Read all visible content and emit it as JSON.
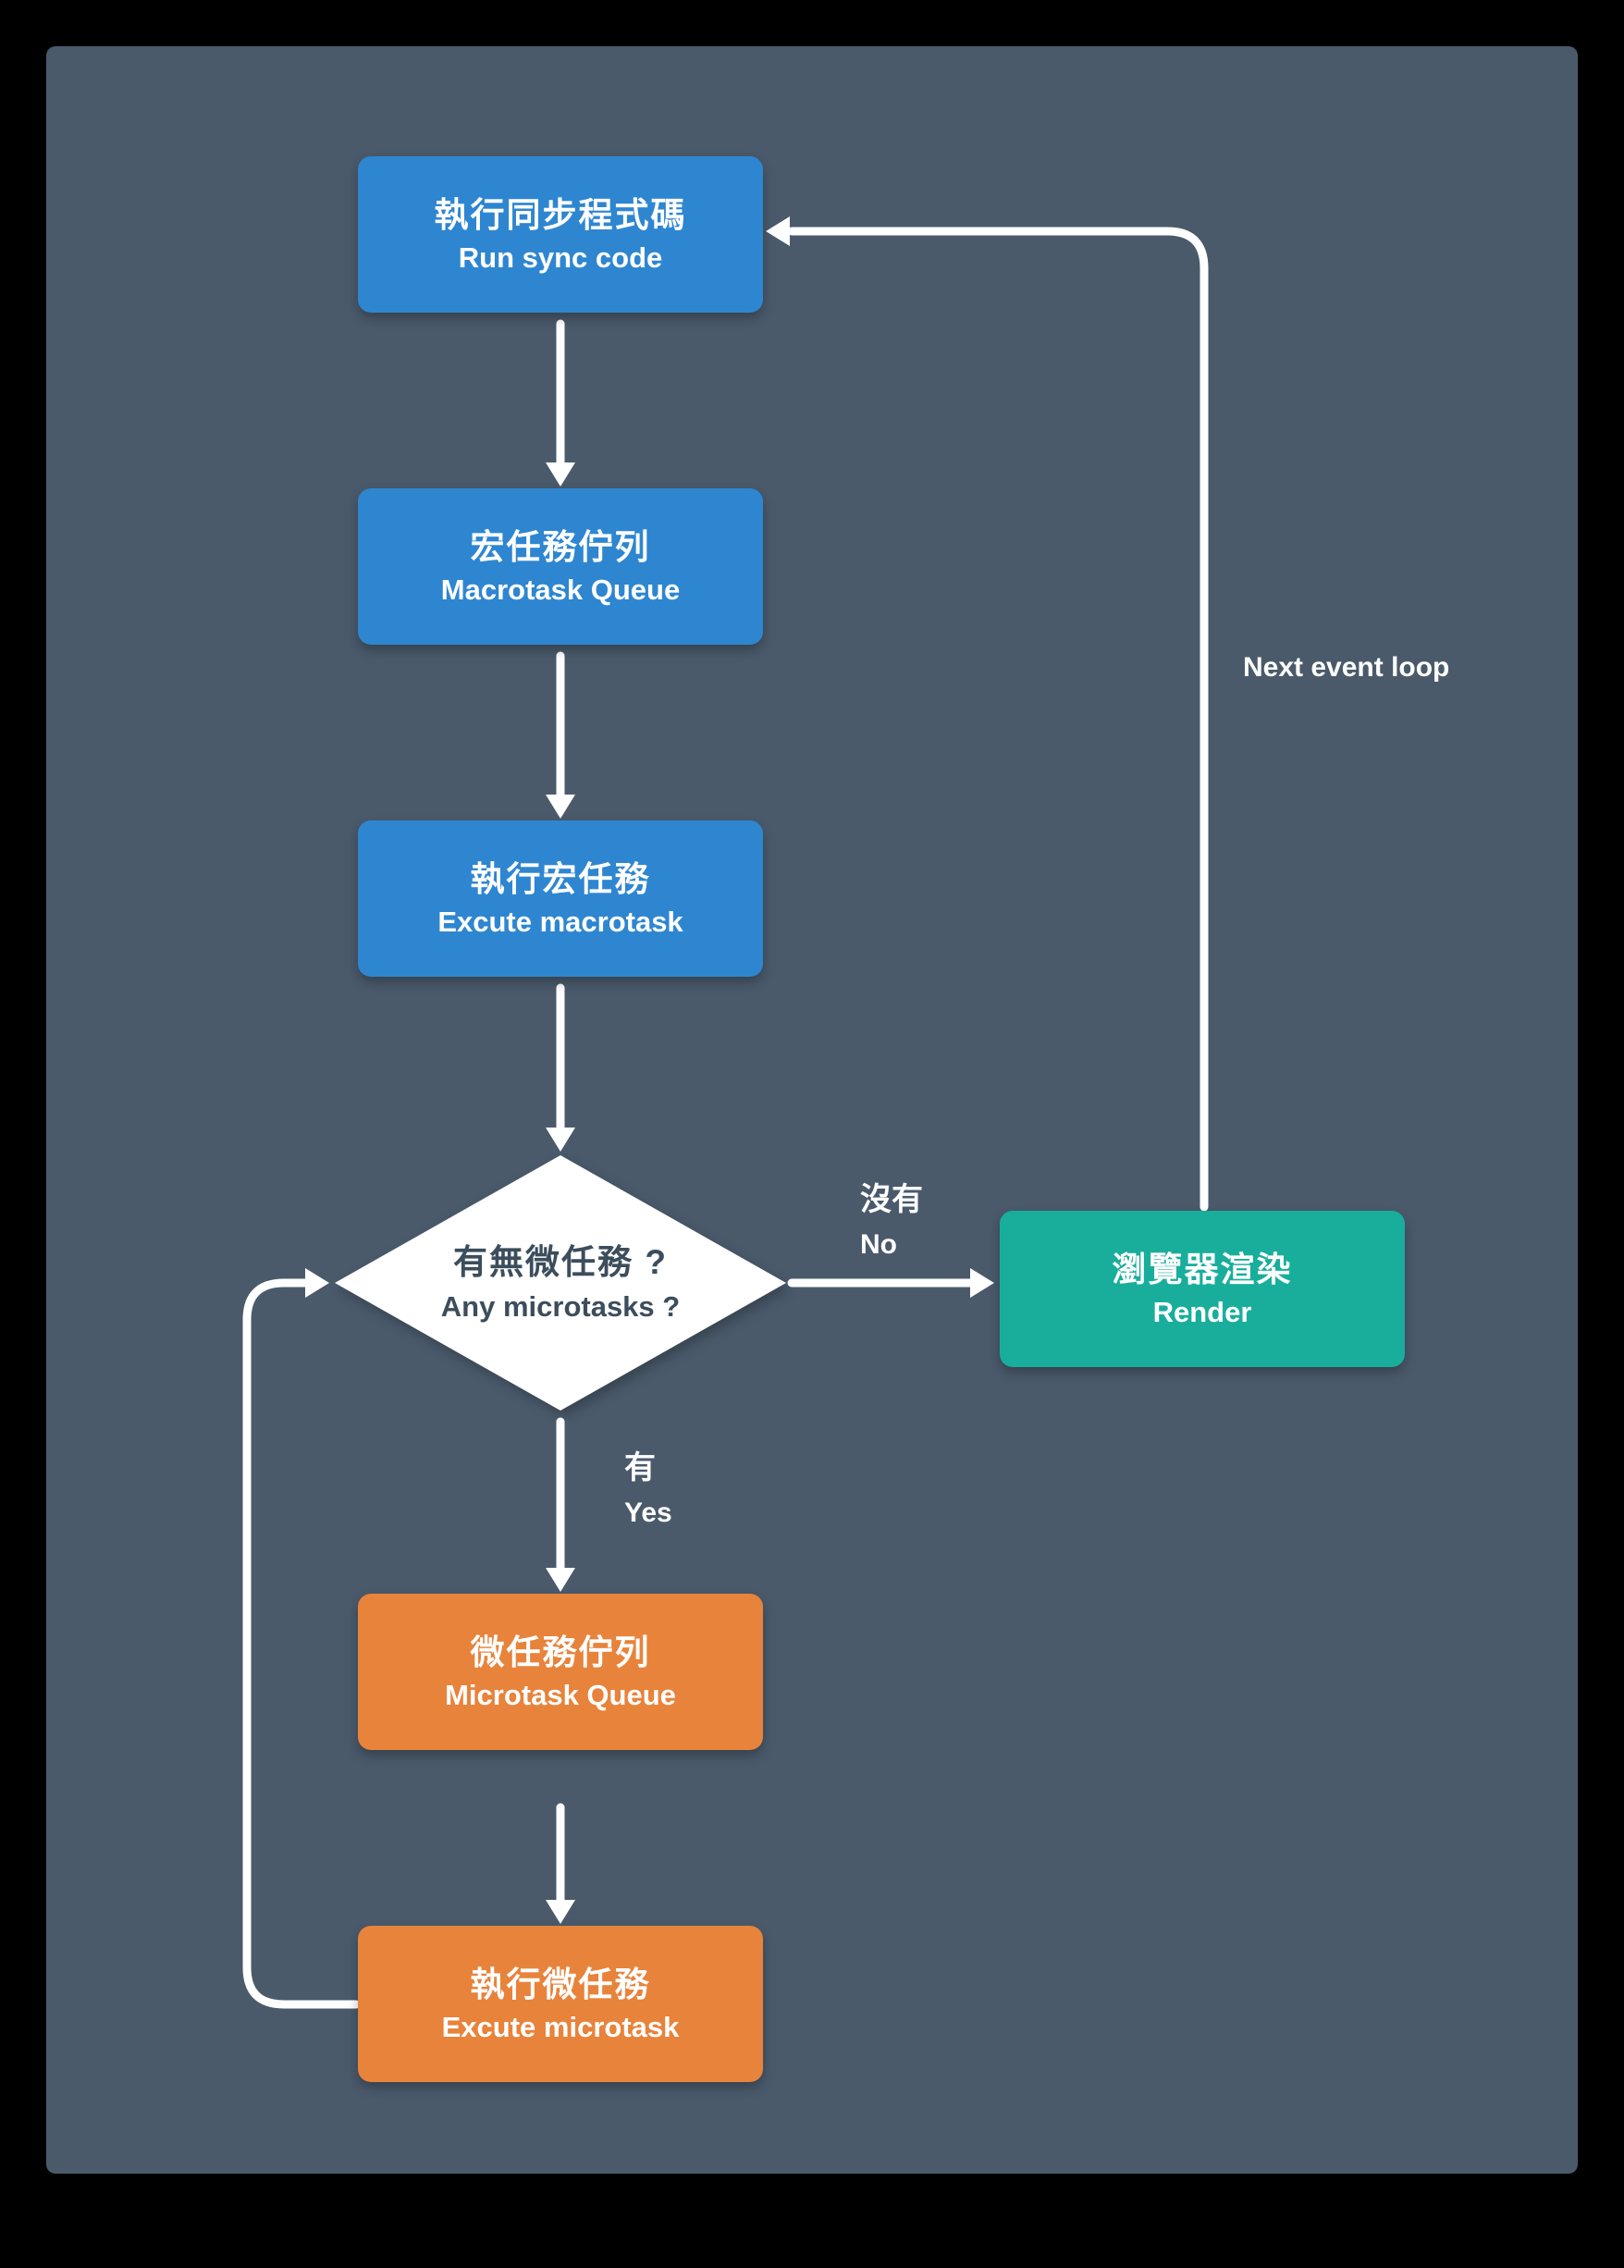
{
  "diagram": {
    "background_color": "#4A5A6B",
    "frame_color": "#000000",
    "arrow_color": "#FFFFFF",
    "node_colors": {
      "blue": "#2E86D1",
      "teal": "#19AE9C",
      "orange": "#E8833B",
      "decision_fill": "#FFFFFF",
      "decision_text": "#3C4D5C"
    },
    "nodes": [
      {
        "id": "run-sync-code",
        "zh": "執行同步程式碼",
        "en": "Run sync code",
        "shape": "rect",
        "color": "blue"
      },
      {
        "id": "macrotask-queue",
        "zh": "宏任務佇列",
        "en": "Macrotask Queue",
        "shape": "rect",
        "color": "blue"
      },
      {
        "id": "execute-macrotask",
        "zh": "執行宏任務",
        "en": "Excute macrotask",
        "shape": "rect",
        "color": "blue"
      },
      {
        "id": "any-microtasks",
        "zh": "有無微任務 ?",
        "en": "Any microtasks ?",
        "shape": "diamond",
        "color": "white"
      },
      {
        "id": "render",
        "zh": "瀏覽器渲染",
        "en": "Render",
        "shape": "rect",
        "color": "teal"
      },
      {
        "id": "microtask-queue",
        "zh": "微任務佇列",
        "en": "Microtask Queue",
        "shape": "rect",
        "color": "orange"
      },
      {
        "id": "execute-microtask",
        "zh": "執行微任務",
        "en": "Excute microtask",
        "shape": "rect",
        "color": "orange"
      }
    ],
    "edge_labels": {
      "no_zh": "沒有",
      "no_en": "No",
      "yes_zh": "有",
      "yes_en": "Yes",
      "next_event_loop": "Next event loop"
    }
  }
}
